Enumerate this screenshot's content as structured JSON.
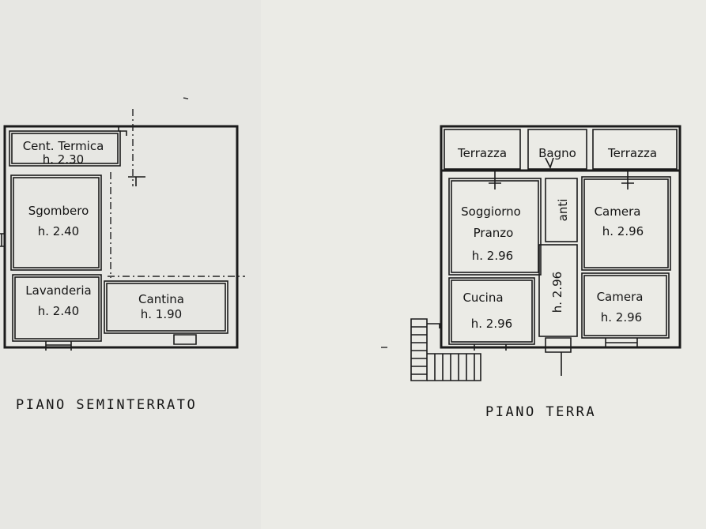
{
  "plans": {
    "seminterrato": {
      "title": "PIANO SEMINTERRATO",
      "rooms": {
        "cent_termica": {
          "name": "Cent. Termica",
          "height": "h. 2.30"
        },
        "sgombero": {
          "name": "Sgombero",
          "height": "h. 2.40"
        },
        "lavanderia": {
          "name": "Lavanderia",
          "height": "h. 2.40"
        },
        "cantina": {
          "name": "Cantina",
          "height": "h. 1.90"
        }
      }
    },
    "terra": {
      "title": "PIANO TERRA",
      "rooms": {
        "terrazza_left": {
          "name": "Terrazza"
        },
        "bagno": {
          "name": "Bagno"
        },
        "terrazza_right": {
          "name": "Terrazza"
        },
        "soggiorno": {
          "name_line1": "Soggiorno",
          "name_line2": "Pranzo",
          "height": "h. 2.96"
        },
        "anti": {
          "name": "anti"
        },
        "camera_top": {
          "name": "Camera",
          "height": "h. 2.96"
        },
        "corridor": {
          "height": "h. 2.96"
        },
        "cucina": {
          "name": "Cucina",
          "height": "h. 2.96"
        },
        "camera_bottom": {
          "name": "Camera",
          "height": "h. 2.96"
        }
      }
    }
  }
}
